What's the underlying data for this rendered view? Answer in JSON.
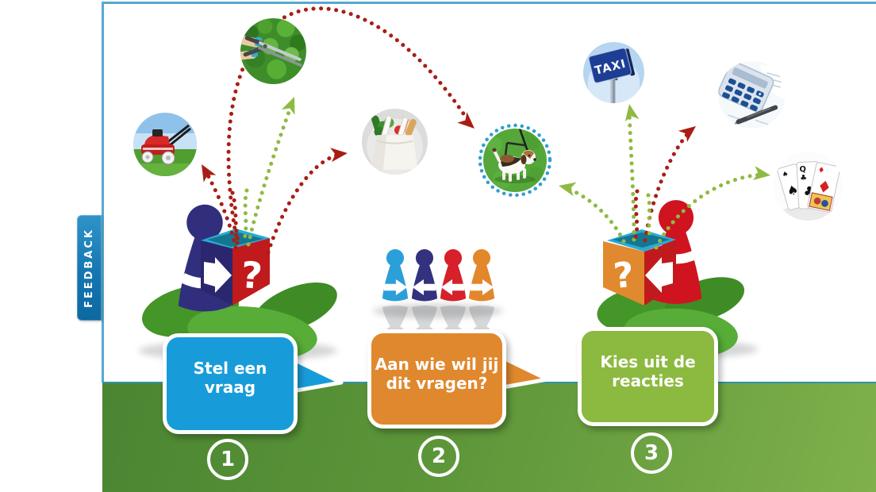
{
  "feedback_tab": {
    "label": "FEEDBACK"
  },
  "steps": [
    {
      "number": "1",
      "bubble_text": "Stel een\nvraag",
      "bubble_color": "#189cd9",
      "has_tail": true
    },
    {
      "number": "2",
      "bubble_text": "Aan wie wil jij\ndit vragen?",
      "bubble_color": "#e0882d",
      "has_tail": true
    },
    {
      "number": "3",
      "bubble_text": "Kies uit de\nreacties",
      "bubble_color": "#8cb93f",
      "has_tail": false
    }
  ],
  "question_boxes": {
    "left_glyph": "?",
    "right_glyph": "?"
  },
  "taxi_sign_label": "TAXI",
  "cards": {
    "rank_q": "Q",
    "spade": "♠",
    "club": "♣",
    "diamond": "♦"
  },
  "photo_circles": [
    "lawnmower",
    "hedge-trimming",
    "groceries",
    "dog",
    "taxi-sign",
    "calculator",
    "playing-cards"
  ],
  "colors": {
    "arrow_red": "#a81e14",
    "arrow_green": "#8fba43",
    "frame_blue": "#55a9d1",
    "band_green_left": "#4a8532",
    "band_green_right": "#7fb04b",
    "band_top_edge": "#2d93ac",
    "dog_ring_blue": "#2e9fd0",
    "pawn_navy": "#312e7d",
    "pawn_red": "#cf1420",
    "pawn_lightblue": "#2b9fd8",
    "pawn_orange": "#e2872b",
    "box_top_cyan": "#2aa9d5",
    "box_red": "#c01a1c",
    "box_orange": "#e0892e"
  }
}
